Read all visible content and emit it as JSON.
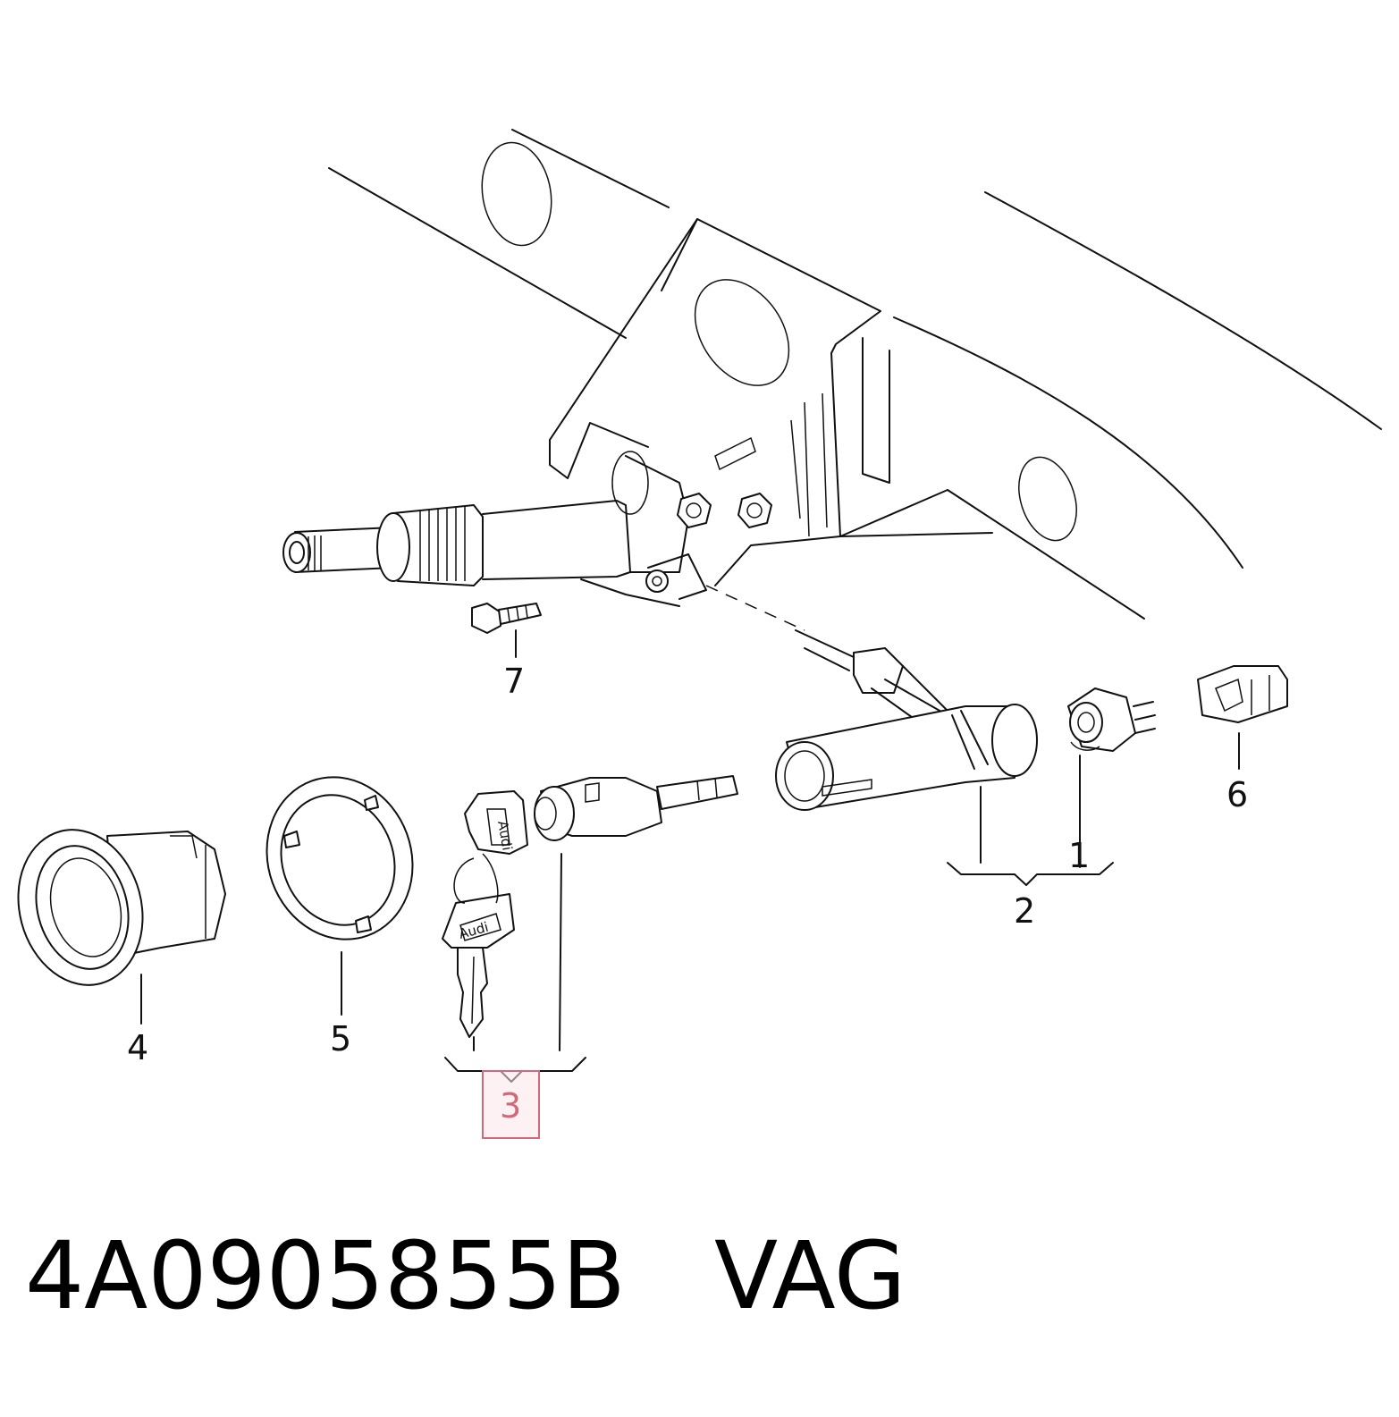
{
  "diagram": {
    "callouts": [
      {
        "id": "1",
        "label": "1"
      },
      {
        "id": "2",
        "label": "2"
      },
      {
        "id": "3",
        "label": "3",
        "highlighted": true
      },
      {
        "id": "4",
        "label": "4"
      },
      {
        "id": "5",
        "label": "5"
      },
      {
        "id": "6",
        "label": "6"
      },
      {
        "id": "7",
        "label": "7"
      }
    ],
    "key_brand_text": "Audi",
    "highlight_color": "#d06a7a"
  },
  "caption": {
    "part_number": "4A0905855B",
    "brand": "VAG",
    "full_text": "4A0905855B   VAG"
  }
}
